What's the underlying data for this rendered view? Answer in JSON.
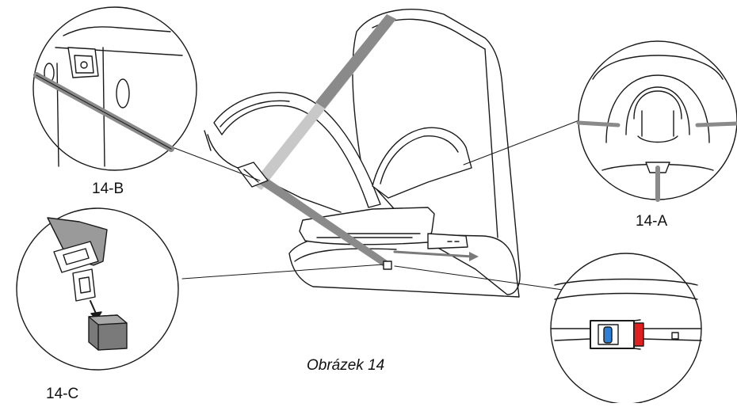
{
  "labels": {
    "b": "14-B",
    "a": "14-A",
    "c": "14-C"
  },
  "caption": "Obrázek 14",
  "colors": {
    "line": "#1a1a1a",
    "belt": "#8a8a8a",
    "belt_light": "#c8c8c8",
    "indicator_red": "#e02020",
    "indicator_blue": "#2f7fd6",
    "buckle": "#7a7a7a"
  }
}
